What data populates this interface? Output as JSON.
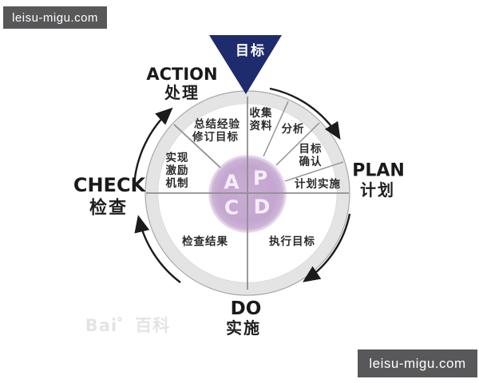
{
  "banners": {
    "top_left": "leisu-migu.com",
    "bottom_right": "leisu-migu.com"
  },
  "watermark": "Bai゜百科",
  "diagram": {
    "goal_label": "目标",
    "phases": {
      "action": {
        "en": "ACTION",
        "zh": "处理"
      },
      "plan": {
        "en": "PLAN",
        "zh": "计划"
      },
      "check": {
        "en": "CHECK",
        "zh": "检查"
      },
      "do": {
        "en": "DO",
        "zh": "实施"
      }
    },
    "center_letters": {
      "a": "A",
      "p": "P",
      "c": "C",
      "d": "D"
    },
    "segments": {
      "summarize_line1": "总结经验",
      "summarize_line2": "修订目标",
      "collect_line1": "收集",
      "collect_line2": "资料",
      "analyze": "分析",
      "confirm_line1": "目标",
      "confirm_line2": "确认",
      "plan_implement": "计划实施",
      "incentive_line1": "实现",
      "incentive_line2": "激励",
      "incentive_line3": "机制",
      "check_result": "检查结果",
      "execute_goal": "执行目标"
    }
  },
  "colors": {
    "banner_bg": "#58585a",
    "triangle": "#1e2c6d",
    "center_circle": "#c4a6d0",
    "wheel_rim": "#e4e4e4",
    "wheel_edge": "#a8a8a8",
    "divider_line": "#8f8f8f",
    "arrow": "#1b1b1b"
  }
}
